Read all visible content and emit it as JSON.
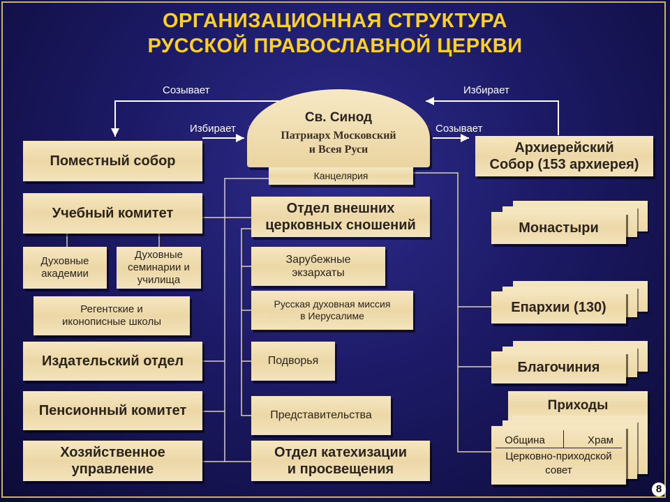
{
  "title": {
    "line1": "ОРГАНИЗАЦИОННАЯ СТРУКТУРА",
    "line2": "РУССКОЙ ПРАВОСЛАВНОЙ ЦЕРКВИ"
  },
  "relations": {
    "convenes_top": "Созывает",
    "elects_top": "Избирает",
    "elects_left": "Избирает",
    "convenes_right": "Созывает"
  },
  "synod": {
    "name": "Св. Синод",
    "patriarch_line1": "Патриарх Московский",
    "patriarch_line2": "и Всея Руси",
    "chancellery": "Канцелярия"
  },
  "left_column": {
    "local_council": "Поместный собор",
    "education_committee": "Учебный комитет",
    "academies_l1": "Духовные",
    "academies_l2": "академии",
    "seminaries_l1": "Духовные",
    "seminaries_l2": "семинарии и",
    "seminaries_l3": "училища",
    "regency_l1": "Регентские и",
    "regency_l2": "иконописные школы",
    "publishing": "Издательский отдел",
    "pension": "Пенсионный комитет",
    "economic_l1": "Хозяйственное",
    "economic_l2": "управление"
  },
  "middle_column": {
    "external_l1": "Отдел внешних",
    "external_l2": "церковных сношений",
    "exarchates_l1": "Зарубежные",
    "exarchates_l2": "экзархаты",
    "mission_l1": "Русская духовная миссия",
    "mission_l2": "в Иерусалиме",
    "podvorya": "Подворья",
    "representations": "Представительства",
    "catechesis_l1": "Отдел катехизации",
    "catechesis_l2": "и просвещения"
  },
  "right_column": {
    "bishops_l1": "Архиерейский",
    "bishops_l2": "Собор (153 архиерея)",
    "monasteries": "Монастыри",
    "dioceses": "Епархии (130)",
    "deaneries": "Благочиния",
    "parishes": "Приходы",
    "community": "Община",
    "temple": "Храм",
    "parish_council_l1": "Церковно-приходской",
    "parish_council_l2": "совет"
  },
  "page_number": "8",
  "colors": {
    "title": "#ffd21a",
    "box": "#efdcae",
    "background": "#1c1a66",
    "frame": "#c9b55a"
  }
}
